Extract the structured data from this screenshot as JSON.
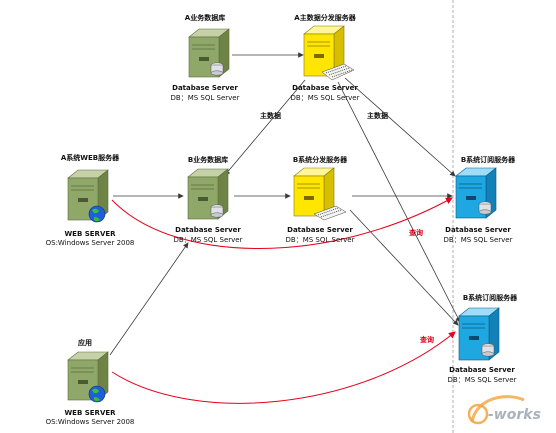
{
  "nodes": {
    "a_db": {
      "heading": "A业务数据库",
      "name": "Database Server",
      "sub": "DB：MS SQL Server"
    },
    "a_master": {
      "heading": "A主数据分发服务器",
      "name": "Database Server",
      "sub": "DB：MS SQL Server"
    },
    "a_web": {
      "heading": "A系统WEB服务器",
      "name": "WEB SERVER",
      "sub": "OS:Windows Server 2008"
    },
    "b_db": {
      "heading": "B业务数据库",
      "name": "Database Server",
      "sub": "DB：MS SQL Server"
    },
    "b_dist": {
      "heading": "B系统分发服务器",
      "name": "Database Server",
      "sub": "DB：MS SQL Server"
    },
    "b_sub1": {
      "heading": "B系统订阅服务器",
      "name": "Database Server",
      "sub": "DB：MS SQL Server"
    },
    "app_web": {
      "heading": "应用",
      "name": "WEB SERVER",
      "sub": "OS:Windows Server 2008"
    },
    "b_sub2": {
      "heading": "B系统订阅服务器",
      "name": "Database Server",
      "sub": "DB：MS SQL Server"
    }
  },
  "edges": {
    "master_data_left": "主数据",
    "master_data_right": "主数据",
    "query_top": "查询",
    "query_bottom": "查询"
  },
  "logo": {
    "text": "e-works"
  },
  "colors": {
    "server_green": "#8fa86a",
    "server_yellow": "#ffe600",
    "server_blue": "#1ea7e0",
    "query_line": "#e8001c",
    "link_line": "#3a3a3a"
  }
}
